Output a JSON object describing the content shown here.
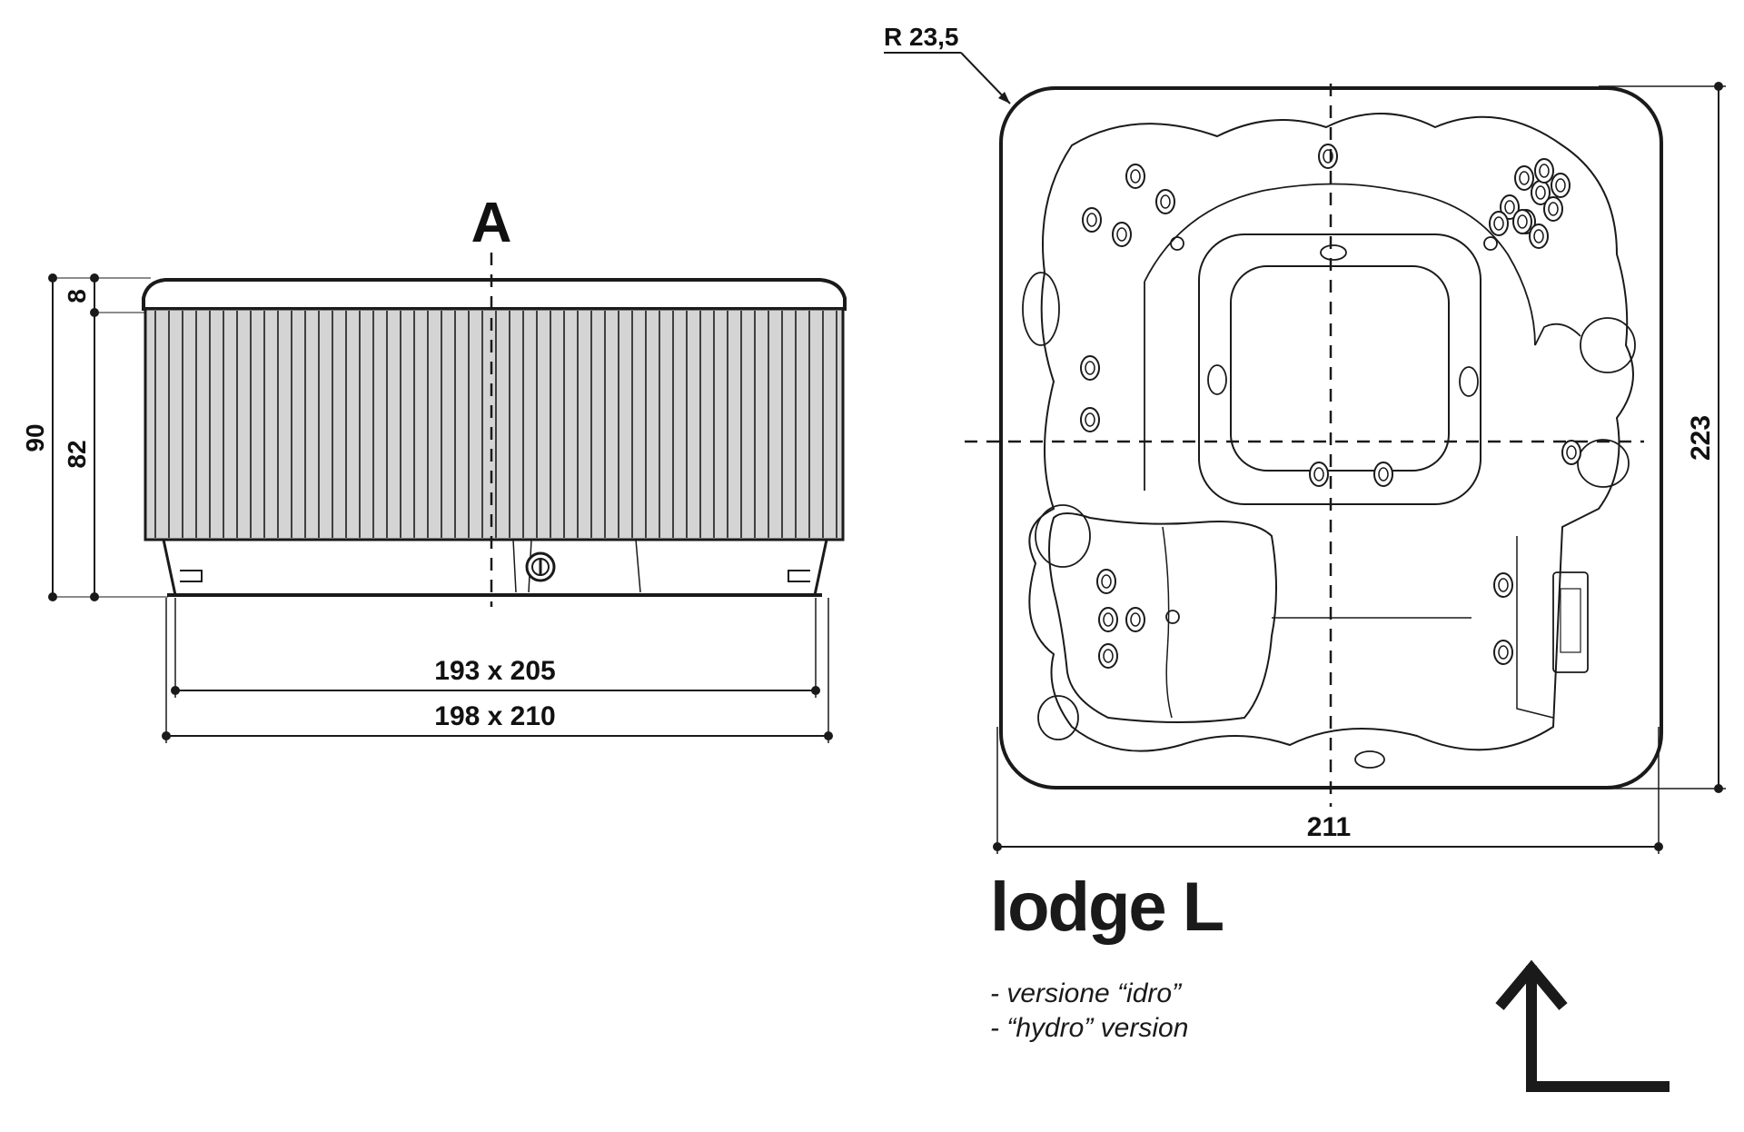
{
  "side_view": {
    "section_label": "A",
    "dim_top_rim": "8",
    "dim_total_height": "90",
    "dim_body_height": "82",
    "dim_inner": "193 x 205",
    "dim_outer": "198 x 210"
  },
  "top_view": {
    "radius_label": "R 23,5",
    "dim_width": "211",
    "dim_depth": "223"
  },
  "product": {
    "name": "lodge L",
    "note_it": "- versione “idro”",
    "note_en": "- “hydro” version"
  },
  "colors": {
    "line": "#1a1a1a",
    "panel_fill": "#d4d4d4",
    "background": "#ffffff"
  },
  "icons": [
    "orientation-arrow-icon",
    "jet-icon",
    "drain-icon"
  ]
}
